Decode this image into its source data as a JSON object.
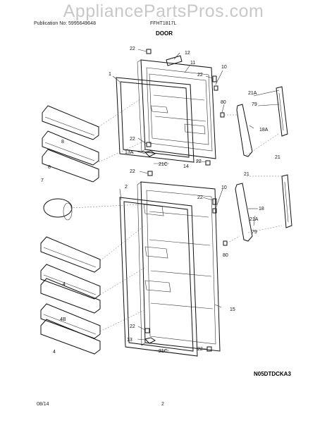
{
  "watermark": "AppliancePartsPros.com",
  "header": {
    "publication": "Publication No: 5995649648",
    "model": "FFHT1817L"
  },
  "title": "DOOR",
  "diagram_code": "N05DTDCKA3",
  "footer": {
    "date": "08/14",
    "page": "2"
  },
  "callouts": [
    {
      "id": "c22a",
      "text": "22"
    },
    {
      "id": "c12",
      "text": "12"
    },
    {
      "id": "c11",
      "text": "11"
    },
    {
      "id": "c1",
      "text": "1"
    },
    {
      "id": "c22b",
      "text": "22"
    },
    {
      "id": "c10a",
      "text": "10"
    },
    {
      "id": "c21A_a",
      "text": "21A"
    },
    {
      "id": "c79a",
      "text": "79"
    },
    {
      "id": "c80a",
      "text": "80"
    },
    {
      "id": "c18A",
      "text": "18A"
    },
    {
      "id": "c8a",
      "text": "8"
    },
    {
      "id": "c8b",
      "text": "8"
    },
    {
      "id": "c22c",
      "text": "22"
    },
    {
      "id": "c13A",
      "text": "13A"
    },
    {
      "id": "c21Ca",
      "text": "21C"
    },
    {
      "id": "c14",
      "text": "14"
    },
    {
      "id": "c22d",
      "text": "22"
    },
    {
      "id": "c21a",
      "text": "21"
    },
    {
      "id": "c21b",
      "text": "21"
    },
    {
      "id": "c22e",
      "text": "22"
    },
    {
      "id": "c7",
      "text": "7"
    },
    {
      "id": "c2",
      "text": "2"
    },
    {
      "id": "c22f",
      "text": "22"
    },
    {
      "id": "c10b",
      "text": "10"
    },
    {
      "id": "c18",
      "text": "18"
    },
    {
      "id": "c21A_b",
      "text": "21A"
    },
    {
      "id": "c79b",
      "text": "79"
    },
    {
      "id": "c80b",
      "text": "80"
    },
    {
      "id": "c4a",
      "text": "4"
    },
    {
      "id": "c15",
      "text": "15"
    },
    {
      "id": "c4B",
      "text": "4B"
    },
    {
      "id": "c22g",
      "text": "22"
    },
    {
      "id": "c4b",
      "text": "4"
    },
    {
      "id": "c13",
      "text": "13"
    },
    {
      "id": "c21Cb",
      "text": "21C"
    },
    {
      "id": "c22h",
      "text": "22"
    }
  ]
}
